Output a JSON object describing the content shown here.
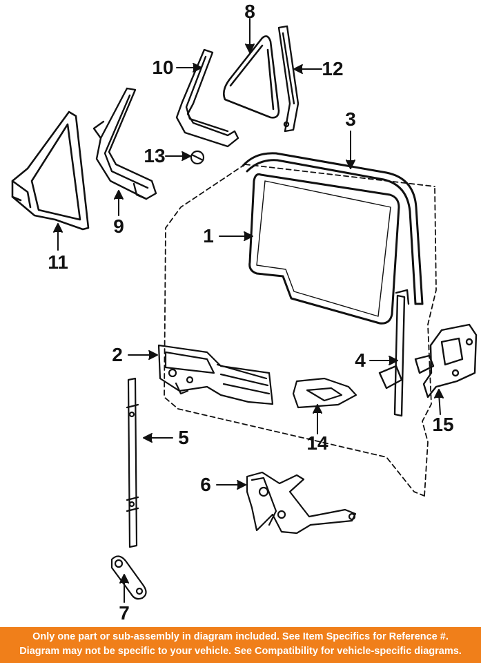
{
  "callouts": {
    "c1": "1",
    "c2": "2",
    "c3": "3",
    "c4": "4",
    "c5": "5",
    "c6": "6",
    "c7": "7",
    "c8": "8",
    "c9": "9",
    "c10": "10",
    "c11": "11",
    "c12": "12",
    "c13": "13",
    "c14": "14",
    "c15": "15"
  },
  "banner": {
    "line1": "Only one part or sub-assembly in diagram included. See Item Specifics for Reference #.",
    "line2": "Diagram may not be specific to your vehicle. See Compatibility for vehicle-specific diagrams."
  },
  "colors": {
    "banner_bg": "#f07f1a",
    "banner_text": "#ffffff",
    "line": "#111111"
  }
}
